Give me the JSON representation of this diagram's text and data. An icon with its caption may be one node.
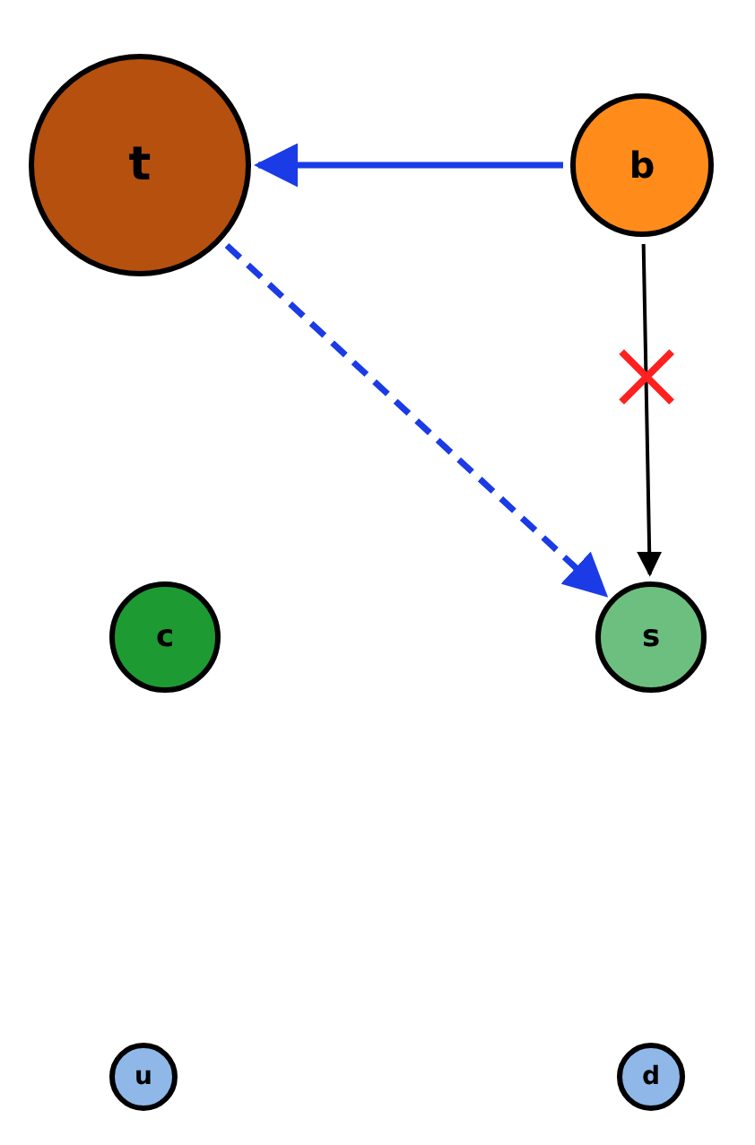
{
  "diagram": {
    "nodes": [
      {
        "text": [
          "t"
        ]
      },
      {
        "text": [
          "b"
        ]
      },
      {
        "text": [
          "c"
        ]
      },
      {
        "text": [
          "s"
        ]
      },
      {
        "text": [
          "u"
        ]
      },
      {
        "text": [
          "d"
        ]
      }
    ],
    "edges": [
      {
        "from": 1,
        "to": 0,
        "arrow": "to"
      },
      {
        "from": 0,
        "to": 3,
        "arrow": "to",
        "style": "dashed"
      },
      {
        "from": 1,
        "to": 3,
        "arrow": "to",
        "color": "#000000"
      }
    ]
  }
}
